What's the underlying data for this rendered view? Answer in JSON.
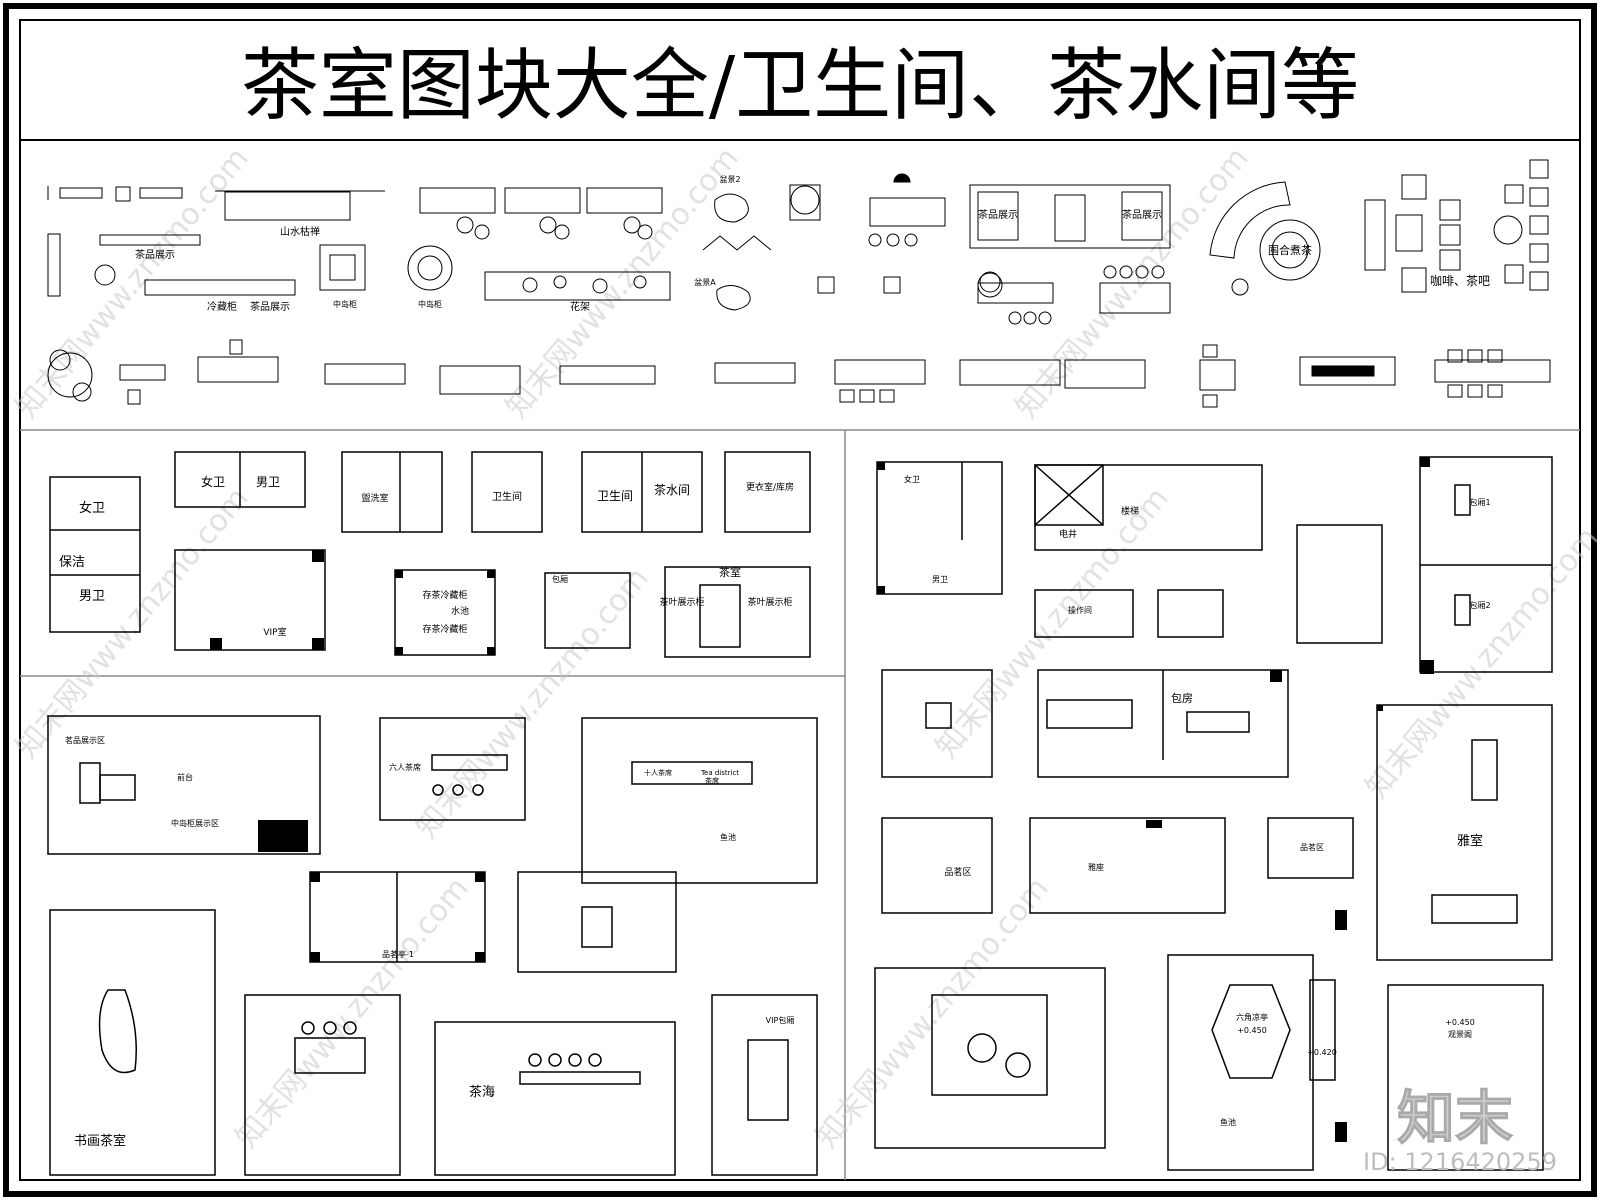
{
  "title": "茶室图块大全/卫生间、茶水间等",
  "id_label": "ID: 1216420259",
  "logo_text": "知末",
  "watermark_text": "知末网www.znzmo.com",
  "labels": {
    "shanshui": "山水枯禅",
    "chapin1": "茶品展示",
    "lengcang": "冷藏柜",
    "chapin2": "茶品展示",
    "zhongdao1": "中岛柜",
    "zhongdao2": "中岛柜",
    "huajia": "花架",
    "bonsai2": "盆景2",
    "bonsai_small": "盆景A",
    "chapin_box1": "茶品展示",
    "chapin_box2": "茶品展示",
    "weihe": "围合煮茶",
    "kafei": "咖啡、茶吧",
    "nvwei": "女卫",
    "baojie": "保洁",
    "nanwei": "男卫",
    "nvwei2": "女卫",
    "nanwei2": "男卫",
    "guxi": "盥洗室",
    "weishengjian1": "卫生间",
    "weishengjian2": "卫生间",
    "chashuijian": "茶水间",
    "gengyi": "更衣室/库房",
    "vip": "VIP室",
    "cunchaleng1": "存茶冷藏柜",
    "shuichi": "水池",
    "cunchaleng2": "存茶冷藏柜",
    "baojian": "包厢",
    "chashi": "茶室",
    "chaye_l": "茶叶展示柜",
    "chaye_r": "茶叶展示柜",
    "qiantai": "前台",
    "pinming_zhanshi": "茗品展示区",
    "zhongyang": "中岛柜展示区",
    "liurenchaxi": "六人茶席",
    "tea_district": "Tea district",
    "shirencha": "十人茶席",
    "chaxi": "茶席",
    "yuchi": "鱼池",
    "pinmingting": "品茗亭-1",
    "shuhua": "书画茶室",
    "chahai": "茶海",
    "vip_baojian": "VIP包厢",
    "louti": "楼梯",
    "diantai": "电井",
    "caozuojian": "操作间",
    "baofang1": "包厢1",
    "baofang2": "包厢2",
    "baofang3": "包房",
    "pinming_qu": "品茗区",
    "yashi": "雅室",
    "liujiao": "六角凉亭",
    "elev1": "+0.450",
    "elev2": "+0.420",
    "elev3": "+0.450",
    "yuchi2": "鱼池",
    "guanjing": "观景阁",
    "pinming2": "品茗区",
    "xiuxi": "雅座",
    "nvwei3": "女卫",
    "nanwei3": "男卫"
  }
}
